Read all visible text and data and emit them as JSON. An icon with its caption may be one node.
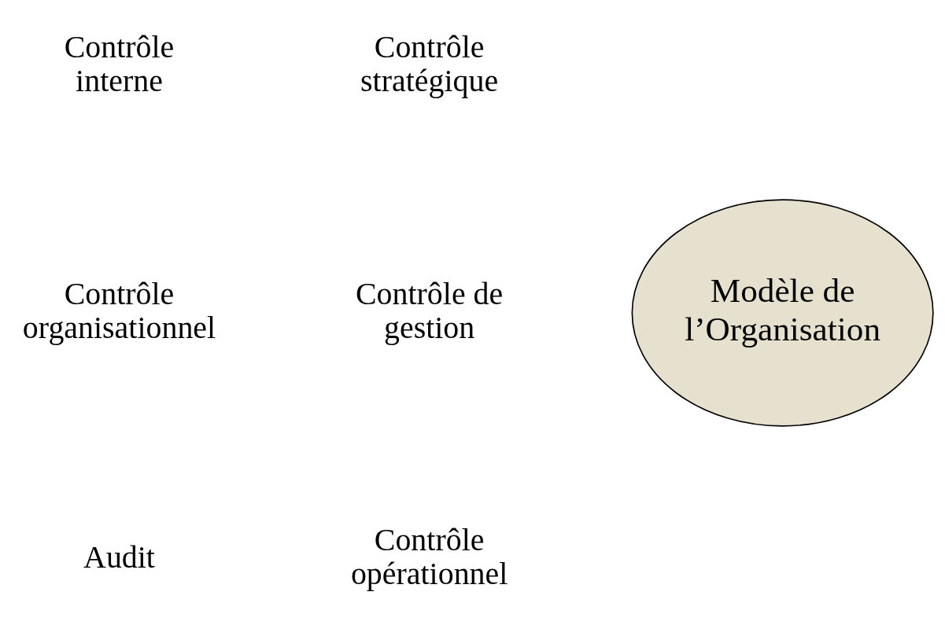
{
  "diagram": {
    "nodes": [
      {
        "text": [
          "Modèle de l’Organisation"
        ]
      }
    ],
    "labels": [
      "Contrôle interne",
      "Contrôle stratégique",
      "Contrôle organisationnel",
      "Contrôle de gestion",
      "Audit",
      "Contrôle opérationnel"
    ]
  }
}
